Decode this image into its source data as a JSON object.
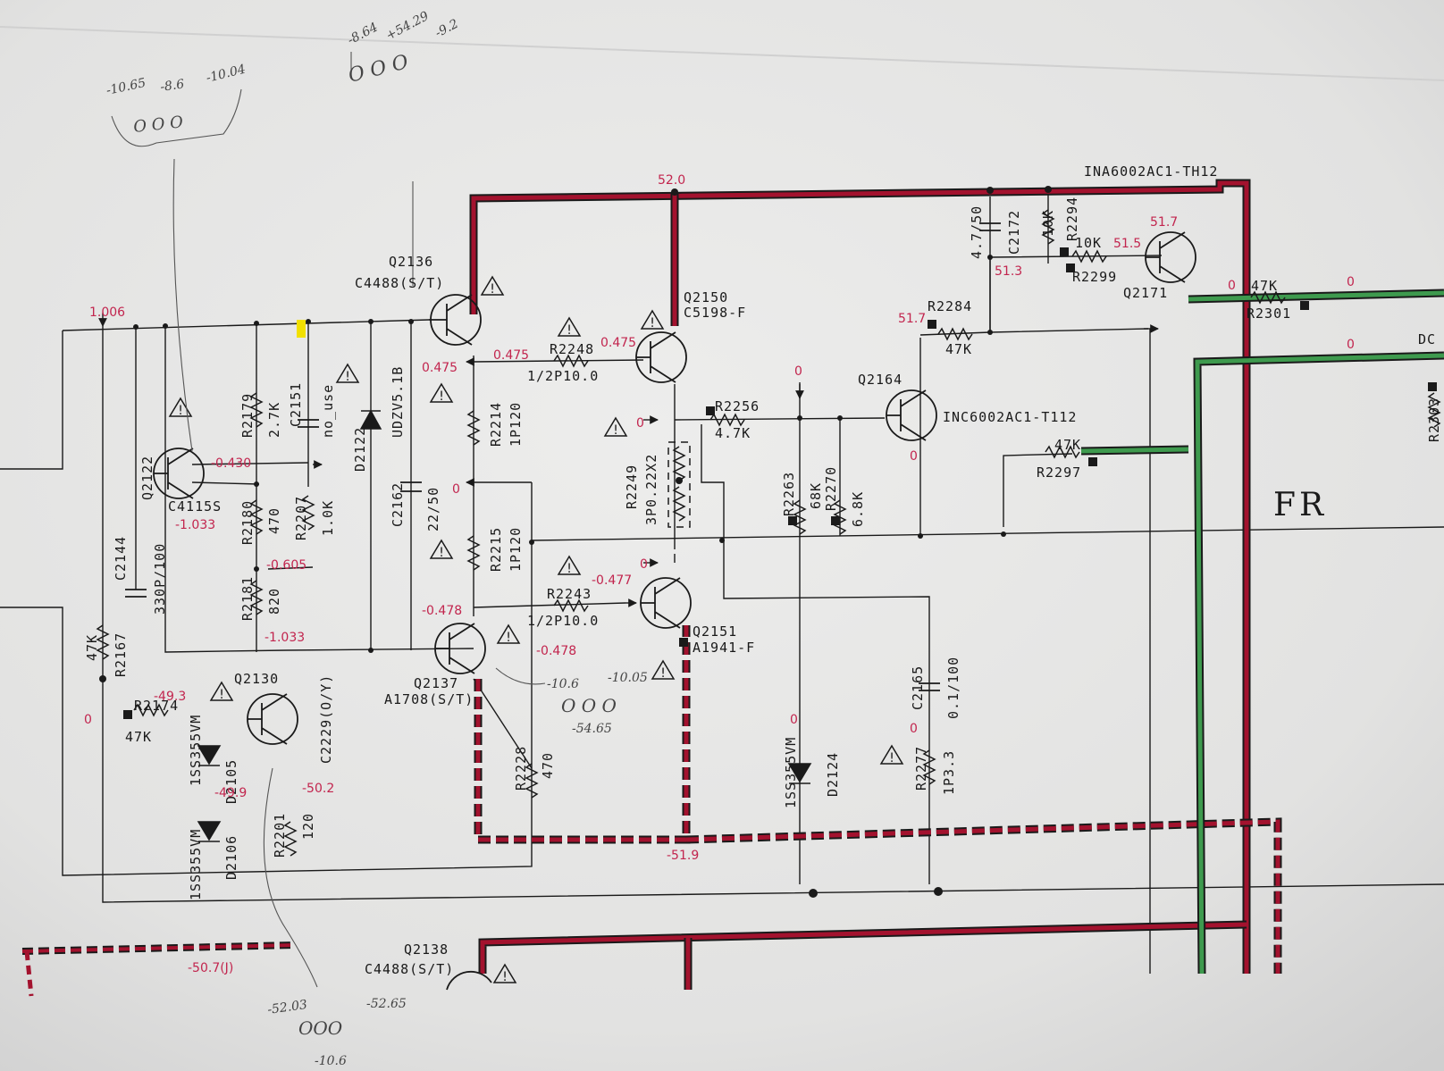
{
  "colors": {
    "paper": "#e4e4e3",
    "ink": "#1a1a1a",
    "voltage": "#c2254e",
    "rail_red": "#a3122e",
    "rail_green": "#3e9a4e",
    "pencil": "#555555",
    "highlight": "#f2e000"
  },
  "section_label": "FR",
  "components": {
    "q2136": [
      "Q2136",
      "C4488(S/T)"
    ],
    "q2150": [
      "Q2150",
      "C5198-F"
    ],
    "q2171": [
      "INA6002AC1-TH12",
      "Q2171"
    ],
    "q2164": [
      "Q2164",
      "INC6002AC1-T112"
    ],
    "q2122": [
      "Q2122",
      "C4115S"
    ],
    "q2130": [
      "Q2130",
      "C2229(O/Y)"
    ],
    "q2137": [
      "Q2137",
      "A1708(S/T)"
    ],
    "q2151": [
      "Q2151",
      "A1941-F"
    ],
    "q2138": [
      "Q2138",
      "C4488(S/T)"
    ],
    "r2248": [
      "R2248",
      "1/2P10.0"
    ],
    "r2243": [
      "R2243",
      "1/2P10.0"
    ],
    "r2256": [
      "R2256",
      "4.7K"
    ],
    "r2249": [
      "R2249",
      "3P0.22X2"
    ],
    "r2284": [
      "R2284",
      "47K"
    ],
    "r2299": [
      "R2299",
      "10K"
    ],
    "r2294": [
      "R2294",
      "10K"
    ],
    "c2172": [
      "C2172",
      "4.7/50"
    ],
    "r2301": [
      "R2301",
      "47K"
    ],
    "r2297": [
      "R2297",
      "47K"
    ],
    "r2303": [
      "R2303"
    ],
    "r2214": [
      "R2214",
      "1P120"
    ],
    "r2215": [
      "R2215",
      "1P120"
    ],
    "r2179": [
      "R2179",
      "2.7K"
    ],
    "c2151": [
      "C2151",
      "no_use"
    ],
    "r2180": [
      "R2180",
      "470"
    ],
    "r2207": [
      "R2207",
      "1.0K"
    ],
    "r2181": [
      "R2181",
      "820"
    ],
    "d2122": [
      "D2122",
      "UDZV5.1B"
    ],
    "c2162": [
      "C2162",
      "22/50"
    ],
    "c2144": [
      "C2144",
      "330P/100"
    ],
    "r2167": [
      "R2167",
      "47K"
    ],
    "r2174": [
      "R2174",
      "47K"
    ],
    "d2105": [
      "D2105",
      "1SS355VM"
    ],
    "d2106": [
      "D2106",
      "1SS355VM"
    ],
    "r2201": [
      "R2201",
      "120"
    ],
    "r2228": [
      "R2228",
      "470"
    ],
    "r2263": [
      "R2263",
      "68K"
    ],
    "r2270": [
      "R2270",
      "6.8K"
    ],
    "d2124": [
      "D2124",
      "1SS355VM"
    ],
    "c2165": [
      "C2165",
      "0.1/100"
    ],
    "r2277": [
      "R2277",
      "1P3.3"
    ],
    "dc": [
      "DC"
    ]
  },
  "voltages": {
    "v_left_in": "1.006",
    "v_52_0": "52.0",
    "v_q2136_e": "0.475",
    "v_r2248_l": "0.475",
    "v_r2248_r": "0.475",
    "v_q2122_b": "-0.430",
    "v_q2122_e": "-1.033",
    "v_r2207": "-0.605",
    "v_q2130_c": "-1.033",
    "v_q2137_b": "-0.478",
    "v_q2137_e": "-0.478",
    "v_r2243": "-0.477",
    "v_zero_mid": "0",
    "v_zero_r2249": "0",
    "v_zero_q2151": "0",
    "v_zero_left": "0",
    "v_zero_r2263": "0",
    "v_zero_q2164": "0",
    "v_zero_d2124": "0",
    "v_zero_r2277": "0",
    "v_zero_rail": "0",
    "v_zero_r2301": "0",
    "v_zero_green": "0",
    "v_49_3": "-49.3",
    "v_49_9": "-49.9",
    "v_50_2": "-50.2",
    "v_50_7": "-50.7(J)",
    "v_51_9": "-51.9",
    "v_51_7_top": "51.7",
    "v_51_5": "51.5",
    "v_51_3": "51.3",
    "v_51_7_r2284": "51.7"
  },
  "handwritten": {
    "h1_a": "-10.65",
    "h1_b": "-8.6",
    "h1_c": "-10.04",
    "h1_pins": "O O O",
    "h2_a": "-8.64",
    "h2_b": "+54.29",
    "h2_c": "-9.2",
    "h2_pins": "O O O",
    "h3_a": "-10.6",
    "h3_b": "-10.05",
    "h3_pins": "O O O",
    "h3_c": "-54.65",
    "h4_a": "-52.03",
    "h4_b": "-52.65",
    "h4_pins": "OOO",
    "h4_c": "-10.6"
  }
}
